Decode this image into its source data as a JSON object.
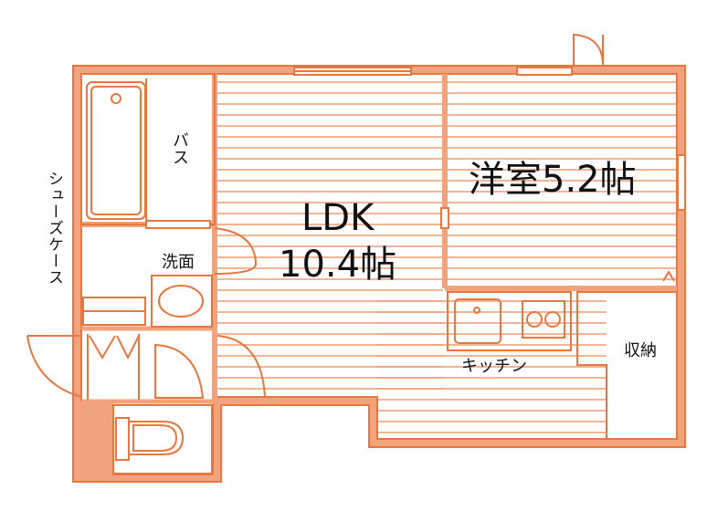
{
  "colors": {
    "wall": "#f0a37c",
    "wall_stroke": "#e8763f",
    "line": "#e8763f",
    "floor_stripe": "#f2a27a"
  },
  "rooms": {
    "ldk": {
      "name": "LDK",
      "size": "10.4帖"
    },
    "western": {
      "label": "洋室5.2帖"
    },
    "bath": {
      "label": "バス"
    },
    "washroom": {
      "label": "洗面"
    },
    "kitchen": {
      "label": "キッチン"
    },
    "storage": {
      "label": "収納"
    },
    "shoe_case": {
      "label": "シューズケース"
    }
  },
  "fixtures": [
    "bathtub-icon",
    "washbasin-icon",
    "sink-icon",
    "stove-icon",
    "toilet-icon"
  ]
}
